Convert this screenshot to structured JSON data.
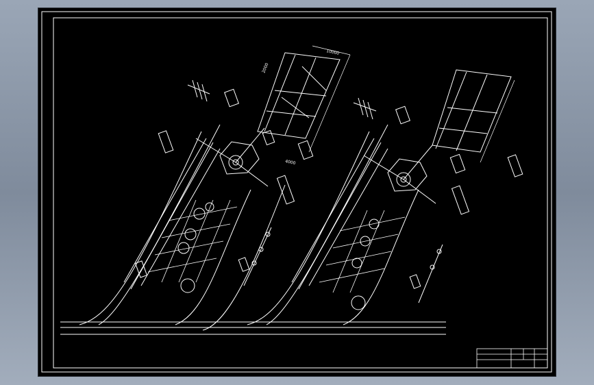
{
  "viewer": {
    "background_color": "#8e9aab",
    "sheet_color": "#000000",
    "line_color": "#ffffff"
  },
  "drawing": {
    "dimension_text": {
      "left_top": "10000",
      "left_mid": "4000",
      "left_small": "2000"
    },
    "title_block": {
      "label_a": "",
      "label_b": ""
    }
  }
}
